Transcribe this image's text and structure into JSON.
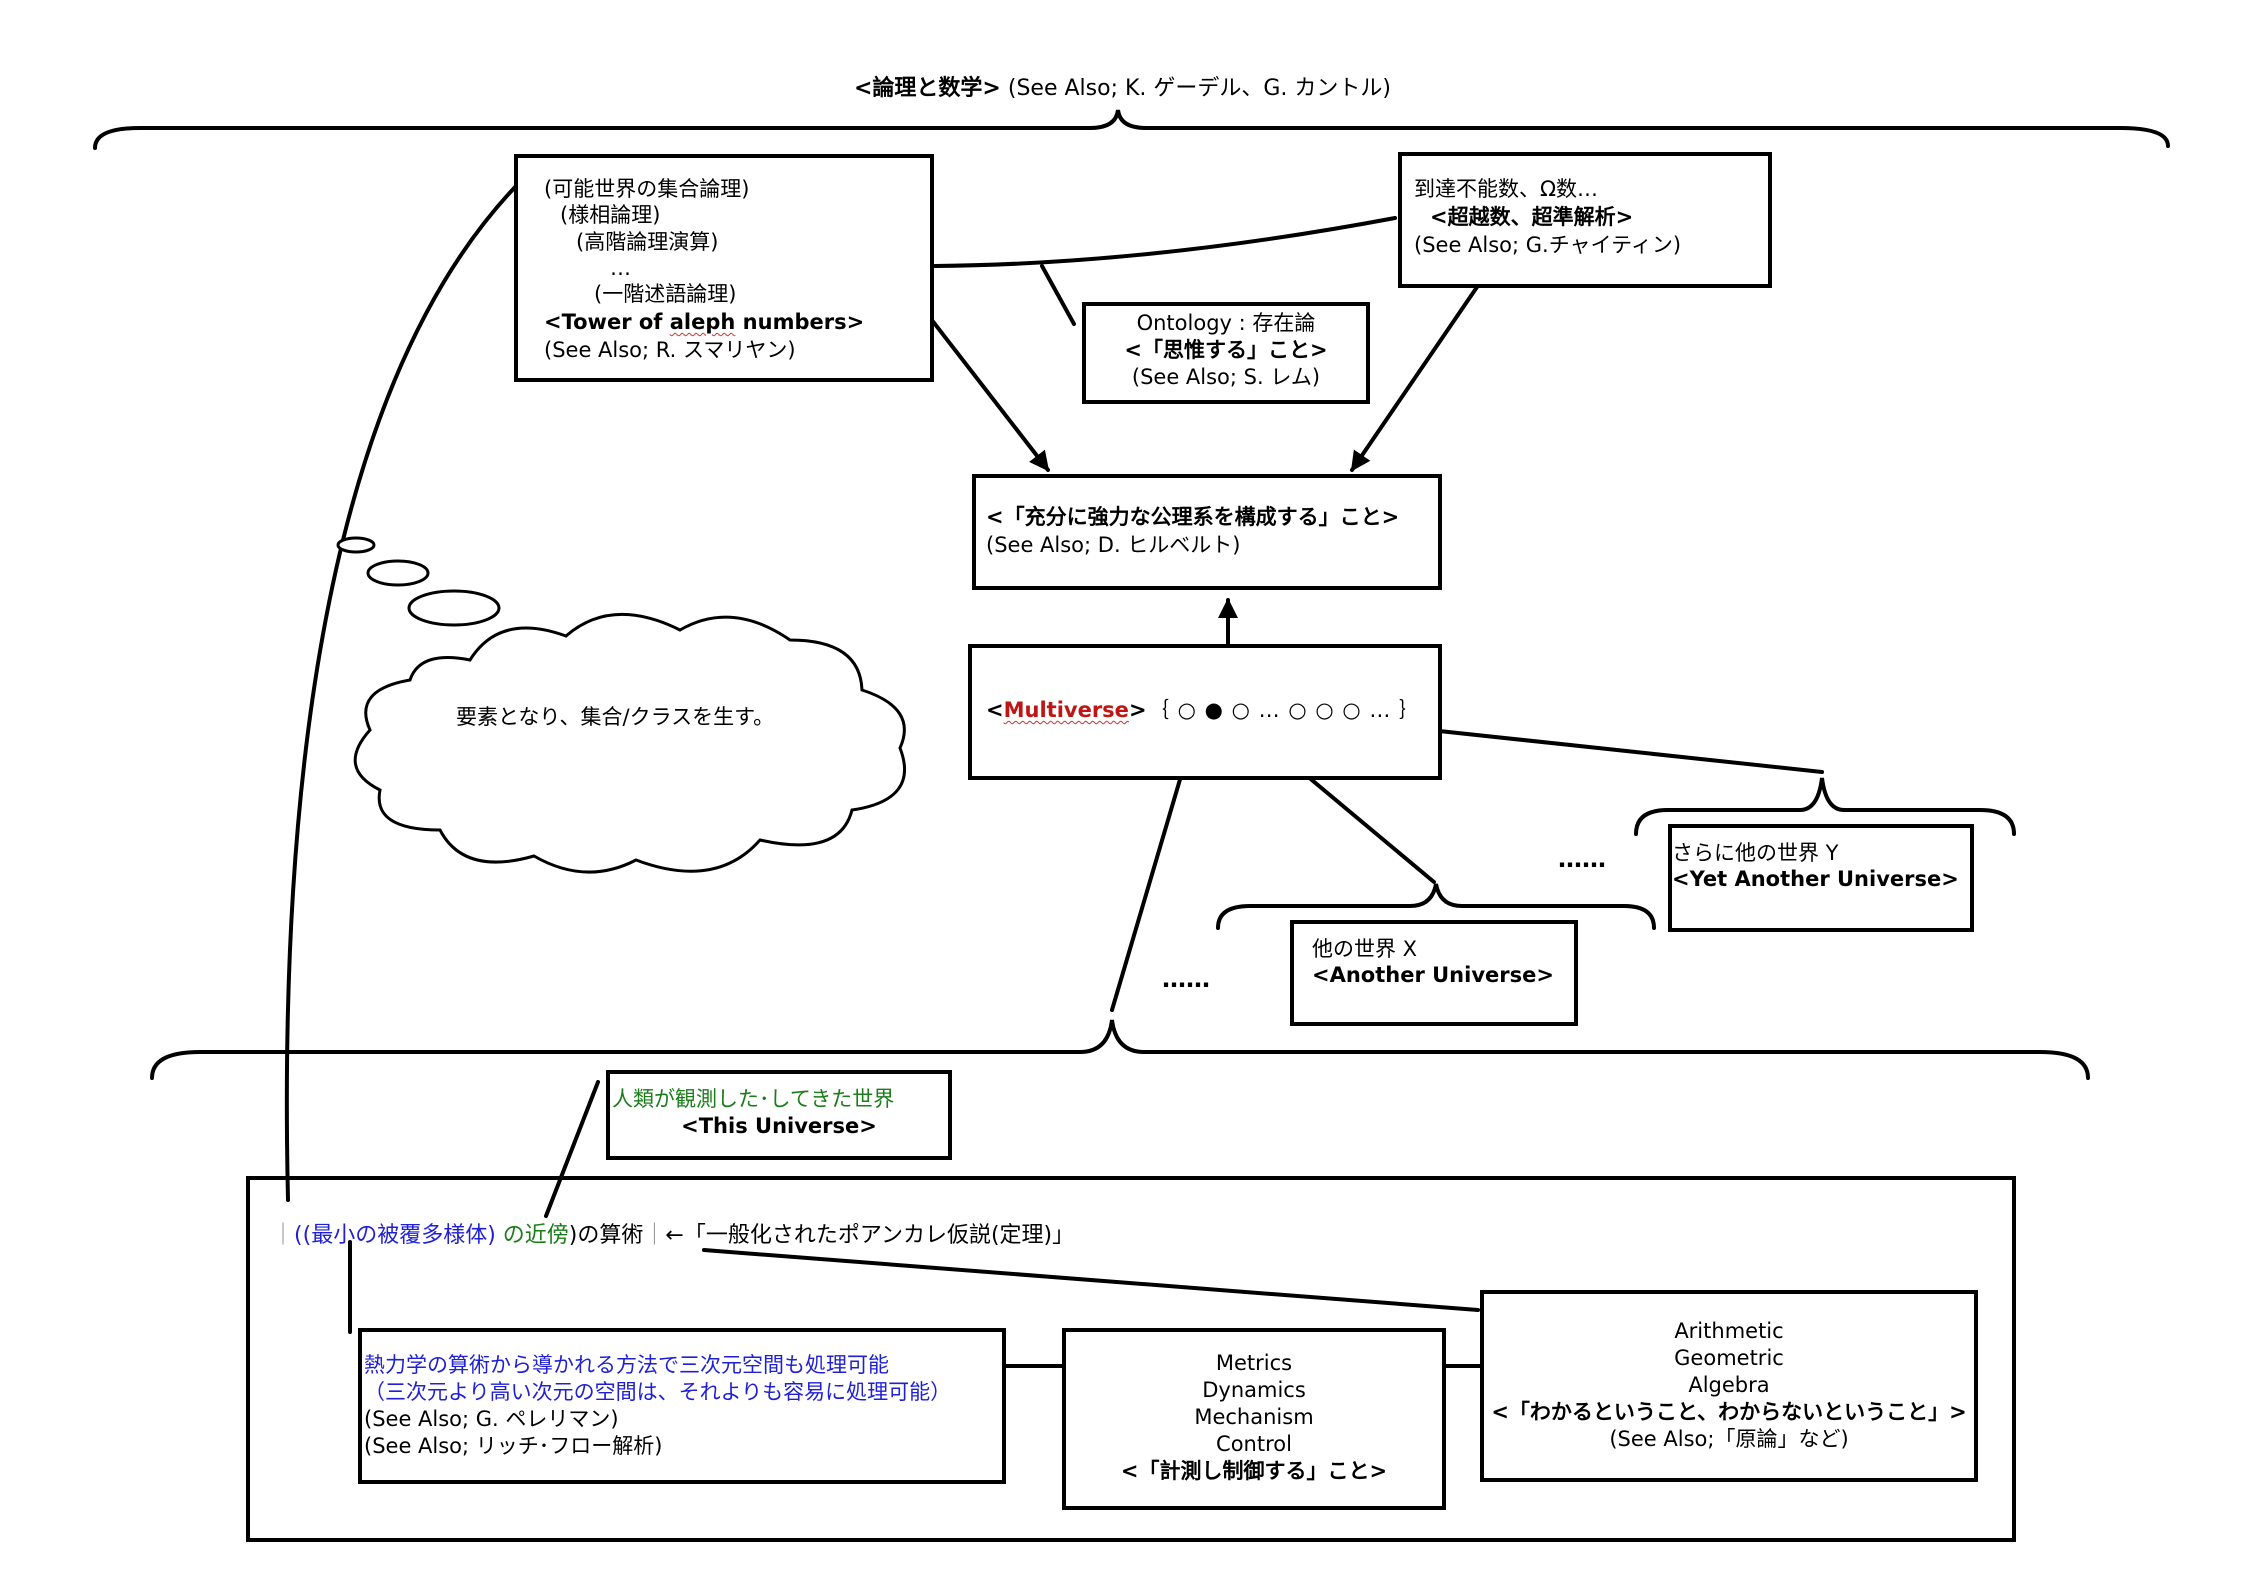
{
  "title": {
    "main": "<論理と数学>",
    "see_also": " (See Also; K. ゲーデル、G. カントル)"
  },
  "box_logic": {
    "lines": [
      "(可能世界の集合論理)",
      "(様相論理)",
      "(高階論理演算)",
      "…",
      "(一階述語論理)"
    ],
    "tower_prefix": "<Tower of ",
    "tower_aleph": "aleph",
    "tower_suffix": " numbers>",
    "see_also": "(See Also; R. スマリヤン)"
  },
  "box_omega": {
    "line1": "到達不能数、Ω数…",
    "line2": "<超越数、超準解析>",
    "see_also": "(See Also; G.チャイティン)"
  },
  "box_ontology": {
    "line1": "Ontology : 存在論",
    "line2": "<「思惟する」こと>",
    "see_also": "(See Also; S. レム)"
  },
  "box_axiom": {
    "line1": "<「充分に強力な公理系を構成する」こと>",
    "see_also": "(See Also; D. ヒルベルト)"
  },
  "box_multiverse": {
    "open": "<",
    "word": "Multiverse",
    "close": ">",
    "sequence": "｛ ○ ● ○ … ○ ○ ○ … ｝"
  },
  "cloud": {
    "text": "要素となり、集合/クラスを生す。"
  },
  "box_universe_y": {
    "line1": "さらに他の世界 Y",
    "line2": "<Yet Another Universe>"
  },
  "box_universe_x": {
    "line1": "他の世界 X",
    "line2": "<Another Universe>"
  },
  "dots_upper": "……",
  "dots_lower": "……",
  "box_this_universe": {
    "line1": "人類が観測した･してきた世界",
    "line2": "<This Universe>"
  },
  "bottom_formula": {
    "bar_open": "｜",
    "paren_open": "((",
    "blue_part": "最小の被覆多様体",
    "paren_close": ")",
    "green_part": " の近傍",
    "rest": ")の算術",
    "bar_close": "｜",
    "arrow_text": "←「一般化されたポアンカレ仮説(定理)」"
  },
  "box_thermo": {
    "line1": "熱力学の算術から導かれる方法で三次元空間も処理可能",
    "line2": "（三次元より高い次元の空間は、それよりも容易に処理可能）",
    "see_also1": "(See Also; G. ペレリマン)",
    "see_also2": "(See Also; リッチ･フロー解析)"
  },
  "box_metrics": {
    "items": [
      "Metrics",
      "Dynamics",
      "Mechanism",
      "Control"
    ],
    "bold": "<「計測し制御する」こと>"
  },
  "box_arith": {
    "items": [
      "Arithmetic",
      "Geometric",
      "Algebra"
    ],
    "bold": "<「わかるということ、わからないということ」>",
    "see_also": "(See Also;「原論」など)"
  },
  "colors": {
    "green": "#1a7d1a",
    "blue": "#1f1fd6",
    "red": "#c01515"
  }
}
